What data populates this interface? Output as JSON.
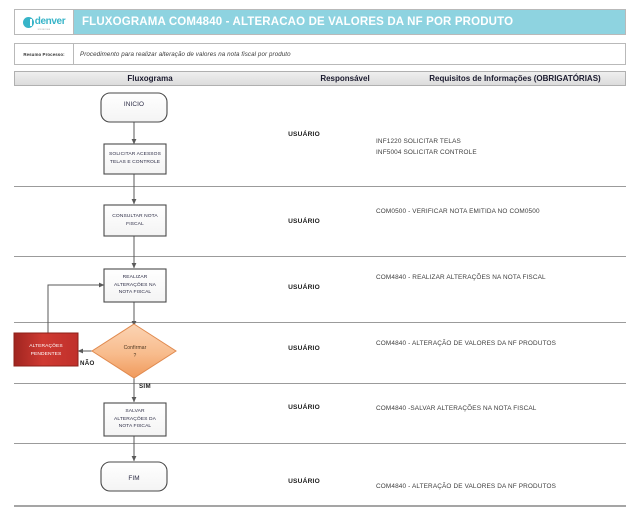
{
  "header": {
    "logo_word": "denver",
    "logo_tagline": "sistemas",
    "logo_icon": "denver-circle-logo",
    "title": "FLUXOGRAMA COM4840 - ALTERACAO DE VALORES DA NF POR PRODUTO",
    "title_bg": "#8ed3e0",
    "title_color": "#ffffff"
  },
  "summary": {
    "label": "Resumo Processo:",
    "value": "Procedimento para realizar alteração de valores na nota fiscal por produto"
  },
  "columns": [
    {
      "label": "Fluxograma"
    },
    {
      "label": "Responsável"
    },
    {
      "label": "Requisitos de Informações (OBRIGATÓRIAS)"
    }
  ],
  "rows": [
    {
      "id": "row-inicio",
      "responsavel": "USUÁRIO",
      "requisitos": [
        "INF1220 SOLICITAR TELAS",
        "INF5004 SOLICITAR CONTROLE"
      ]
    },
    {
      "id": "row-consultar",
      "responsavel": "USUÁRIO",
      "requisitos": [
        "COM0500 - VERIFICAR NOTA EMITIDA NO COM0500"
      ]
    },
    {
      "id": "row-realizar",
      "responsavel": "USUÁRIO",
      "requisitos": [
        "COM4840 - REALIZAR ALTERAÇÕES NA NOTA FISCAL"
      ]
    },
    {
      "id": "row-confirmar",
      "responsavel": "USUÁRIO",
      "requisitos": [
        "COM4840 - ALTERAÇÃO DE VALORES DA NF PRODUTOS"
      ]
    },
    {
      "id": "row-salvar",
      "responsavel": "USUÁRIO",
      "requisitos": [
        "COM4840 -SALVAR ALTERAÇÕES NA NOTA FISCAL"
      ]
    },
    {
      "id": "row-fim",
      "responsavel": "USUÁRIO",
      "requisitos": [
        "COM4840 - ALTERAÇÃO DE VALORES DA NF PRODUTOS"
      ]
    }
  ],
  "flow": {
    "nodes": {
      "inicio": {
        "label": "INICIO",
        "shape": "terminator"
      },
      "solicitar": {
        "line1": "SOLICITAR ACESSOS",
        "line2": "TELAS E CONTROLE",
        "shape": "process"
      },
      "consultar": {
        "line1": "CONSULTAR  NOTA",
        "line2": "FISCAL",
        "shape": "process"
      },
      "realizar": {
        "line1": "REALIZAR",
        "line2": "ALTERAÇÕES  NA",
        "line3": "NOTA FISCAL",
        "shape": "process"
      },
      "confirmar": {
        "line1": "Confirmar",
        "line2": "?",
        "shape": "decision",
        "fill": "#f6b183"
      },
      "pendentes": {
        "line1": "ALTERAÇÕES",
        "line2": "PENDENTES",
        "shape": "process",
        "fill": "#c0302b"
      },
      "salvar": {
        "line1": "SALVAR",
        "line2": "ALTERAÇÕES  DA",
        "line3": "NOTA FISCAL",
        "shape": "process"
      },
      "fim": {
        "label": "FIM",
        "shape": "terminator"
      }
    },
    "branches": {
      "no": "NÃO",
      "yes": "SIM"
    }
  }
}
